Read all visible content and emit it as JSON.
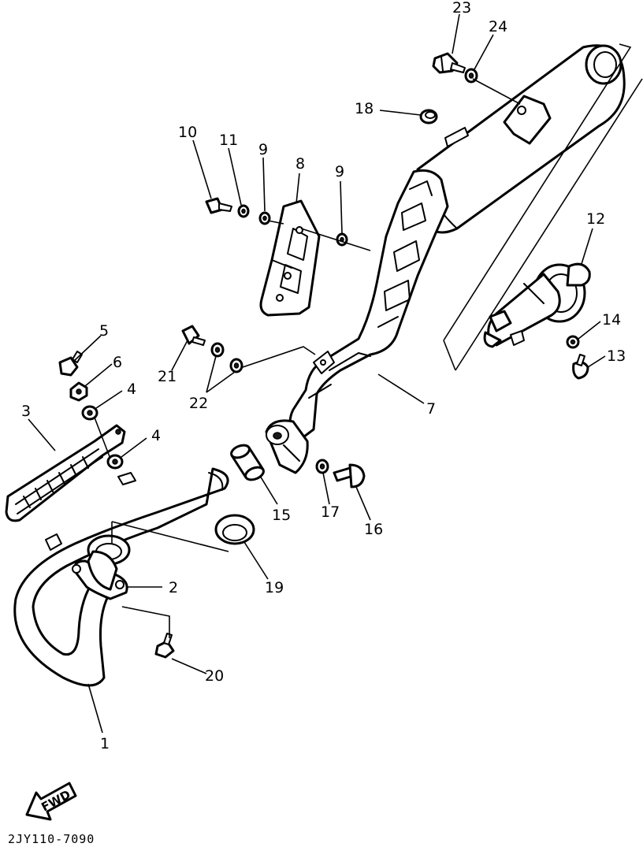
{
  "diagram": {
    "callouts": {
      "p1": "1",
      "p2": "2",
      "p3": "3",
      "p4a": "4",
      "p4b": "4",
      "p5": "5",
      "p6": "6",
      "p7": "7",
      "p8": "8",
      "p9a": "9",
      "p9b": "9",
      "p10": "10",
      "p11": "11",
      "p12": "12",
      "p13": "13",
      "p14": "14",
      "p15": "15",
      "p16": "16",
      "p17": "17",
      "p18": "18",
      "p19": "19",
      "p20": "20",
      "p21": "21",
      "p22": "22",
      "p23": "23",
      "p24": "24"
    },
    "fwd_label": "FWD",
    "code": "2JY110-7090"
  }
}
